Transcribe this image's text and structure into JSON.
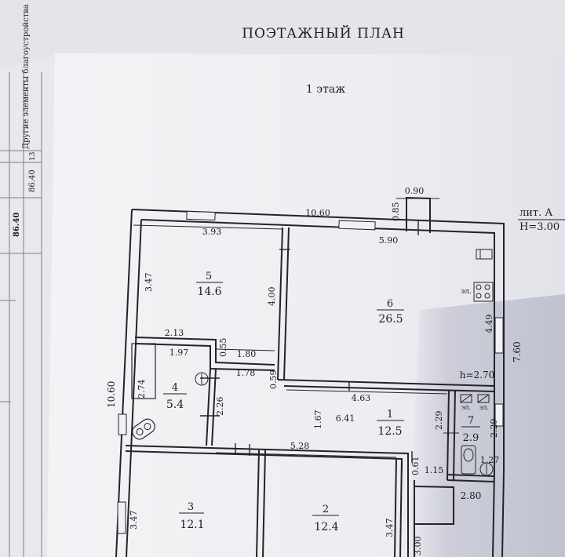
{
  "document": {
    "title": "ПОЭТАЖНЫЙ ПЛАН",
    "floor": "1 этаж",
    "liter": "лит. А",
    "height": "H=3.00"
  },
  "margin_table": {
    "header": "Другие элементы благоустройства",
    "column_number": "13",
    "value_top": "86.40",
    "value_bottom": "86.40"
  },
  "rooms": [
    {
      "id": "5",
      "area": "14.6"
    },
    {
      "id": "6",
      "area": "26.5"
    },
    {
      "id": "4",
      "area": "5.4"
    },
    {
      "id": "1",
      "area": "12.5"
    },
    {
      "id": "7",
      "area": "2.9"
    },
    {
      "id": "3",
      "area": "12.1"
    },
    {
      "id": "2",
      "area": "12.4"
    }
  ],
  "dimensions": {
    "d_090": "0.90",
    "d_085": "0.85",
    "d_1060_top": "10.60",
    "d_393": "3.93",
    "d_590": "5.90",
    "d_347_a": "3.47",
    "d_400": "4.00",
    "d_213": "2.13",
    "d_197": "1.97",
    "d_055": "0.55",
    "d_180": "1.80",
    "d_178": "1.78",
    "d_059": "0.59",
    "d_274": "2.74",
    "d_226": "2.26",
    "d_1060_left": "10.60",
    "d_463": "4.63",
    "d_167": "1.67",
    "d_641": "6.41",
    "d_229_a": "2.29",
    "d_229_b": "2.29",
    "d_449": "4.49",
    "d_760": "7.60",
    "d_528": "5.28",
    "d_061": "0.61",
    "d_115": "1.15",
    "d_127": "1.27",
    "d_280": "2.80",
    "d_347_b": "3.47",
    "d_347_c": "3.47",
    "d_300": "3.00"
  },
  "annotations": {
    "ceiling_h": "h=2.70",
    "el_stove": "эл.",
    "el_a": "эл.",
    "el_b": "эл."
  }
}
